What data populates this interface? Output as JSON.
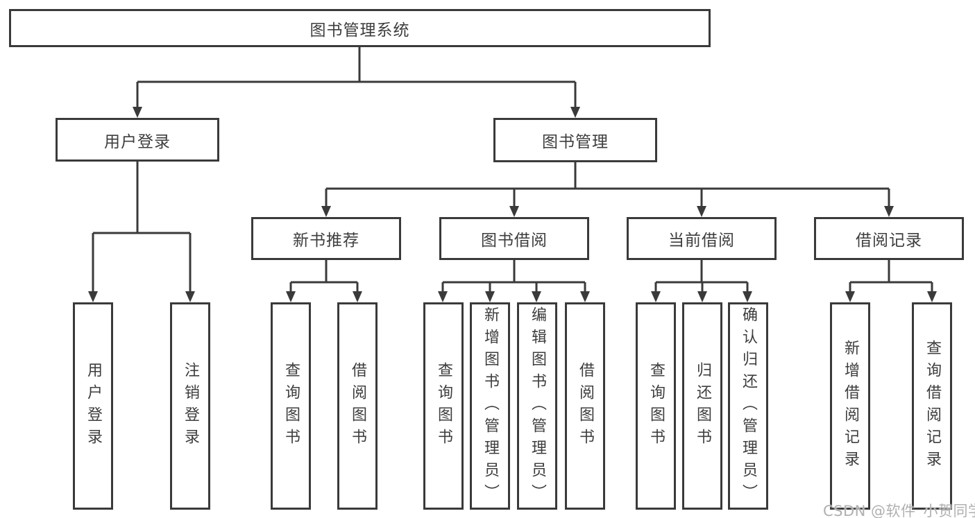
{
  "colors": {
    "background": "#ffffff",
    "line": "#3a3a3a",
    "box_border": "#3a3a3a",
    "text": "#3d3d3d",
    "watermark": "#b0b0b0"
  },
  "watermark": {
    "text": "CSDN @软件_小贺同学"
  },
  "diagram": {
    "title": "图书管理系统",
    "branches": [
      {
        "label": "用户登录",
        "leaves": [
          "用户登录",
          "注销登录"
        ]
      },
      {
        "label": "图书管理",
        "groups": [
          {
            "label": "新书推荐",
            "leaves": [
              "查询图书",
              "借阅图书"
            ]
          },
          {
            "label": "图书借阅",
            "leaves": [
              "查询图书",
              "新增图书（管理员）",
              "编辑图书（管理员）",
              "借阅图书"
            ]
          },
          {
            "label": "当前借阅",
            "leaves": [
              "查询图书",
              "归还图书",
              "确认归还（管理员）"
            ]
          },
          {
            "label": "借阅记录",
            "leaves": [
              "新增借阅记录",
              "查询借阅记录"
            ]
          }
        ]
      }
    ]
  }
}
